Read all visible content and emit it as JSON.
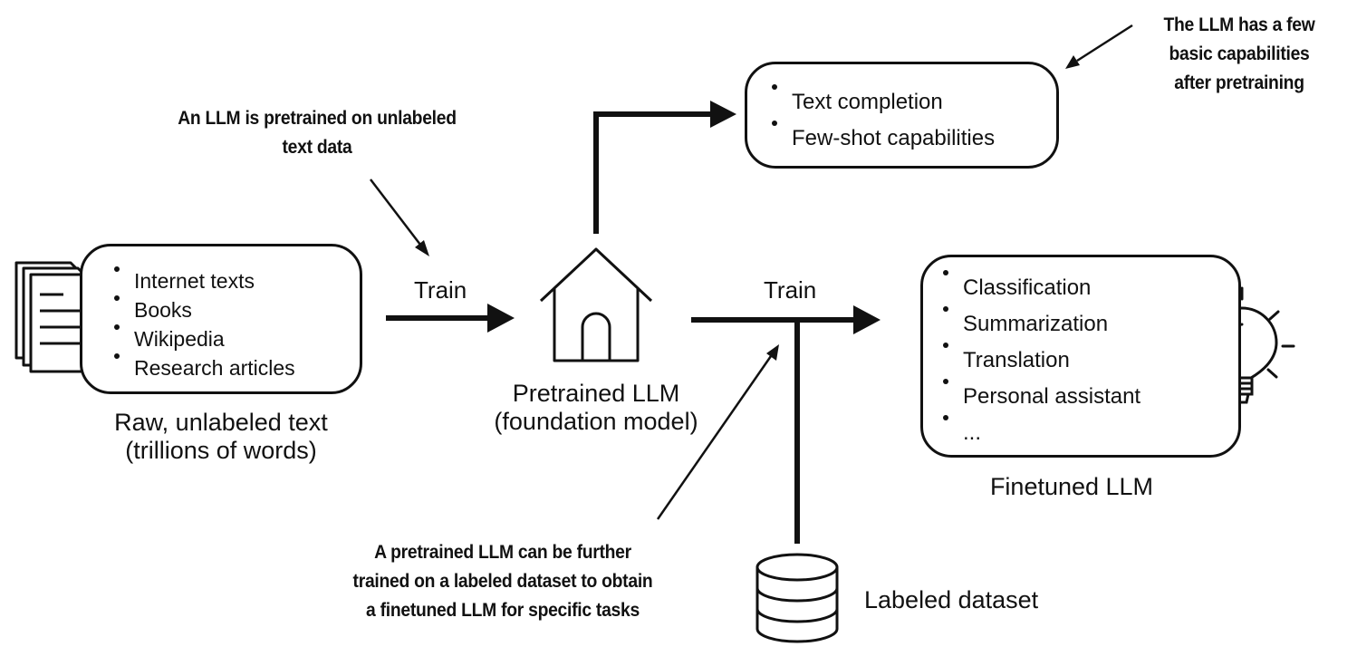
{
  "raw_text": {
    "items": [
      "Internet texts",
      "Books",
      "Wikipedia",
      "Research articles"
    ],
    "caption_line1": "Raw, unlabeled text",
    "caption_line2": "(trillions of words)"
  },
  "pretrained": {
    "caption_line1": "Pretrained LLM",
    "caption_line2": "(foundation model)",
    "capabilities": [
      "Text completion",
      "Few-shot capabilities"
    ]
  },
  "finetuned": {
    "items": [
      "Classification",
      "Summarization",
      "Translation",
      "Personal assistant",
      "..."
    ],
    "caption": "Finetuned LLM"
  },
  "dataset": {
    "caption": "Labeled dataset"
  },
  "edges": {
    "train_1": "Train",
    "train_2": "Train"
  },
  "annotations": {
    "pretrain_note": [
      "An LLM is pretrained on unlabeled",
      "text data"
    ],
    "capabilities_note": [
      "The LLM has a few",
      "basic capabilities",
      "after pretraining"
    ],
    "finetune_note": [
      "A pretrained LLM can be further",
      "trained on a labeled dataset to obtain",
      "a finetuned LLM for specific tasks"
    ]
  }
}
